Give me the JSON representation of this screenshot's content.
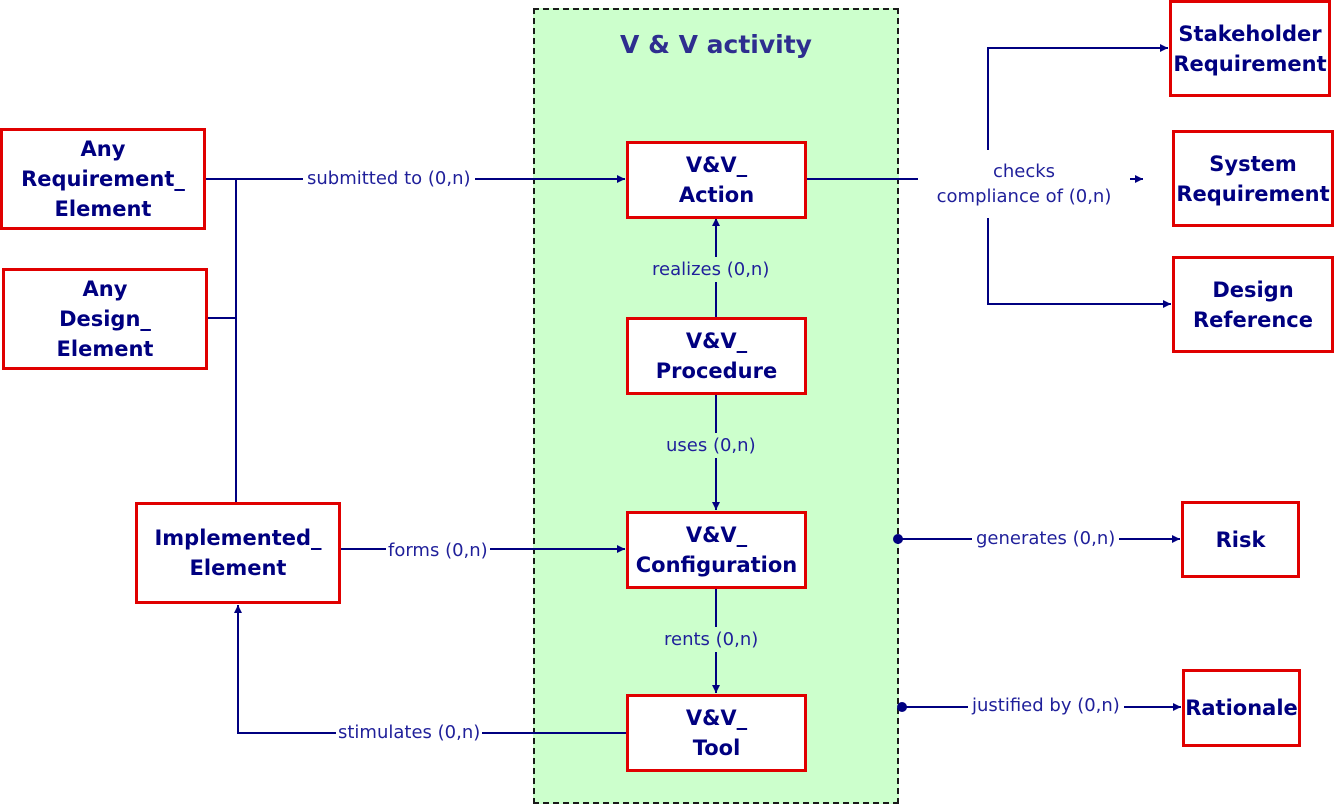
{
  "activity": {
    "title": "V & V activity"
  },
  "nodes": {
    "any_requirement_element": "Any\nRequirement_\nElement",
    "any_design_element": "Any\nDesign_\nElement",
    "implemented_element": "Implemented_\nElement",
    "vv_action": "V&V_\nAction",
    "vv_procedure": "V&V_\nProcedure",
    "vv_configuration": "V&V_\nConfiguration",
    "vv_tool": "V&V_\nTool",
    "stakeholder_requirement": "Stakeholder\nRequirement",
    "system_requirement": "System\nRequirement",
    "design_reference": "Design\nReference",
    "risk": "Risk",
    "rationale": "Rationale"
  },
  "edges": {
    "submitted_to": "submitted to (0,n)",
    "checks_compliance": "checks\ncompliance of (0,n)",
    "realizes": "realizes (0,n)",
    "uses": "uses (0,n)",
    "forms": "forms (0,n)",
    "rents": "rents (0,n)",
    "stimulates": "stimulates (0,n)",
    "generates": "generates (0,n)",
    "justified_by": "justified by (0,n)"
  },
  "colors": {
    "line": "#000080",
    "node_border": "#e00000",
    "activity_fill": "#ccffcc"
  }
}
